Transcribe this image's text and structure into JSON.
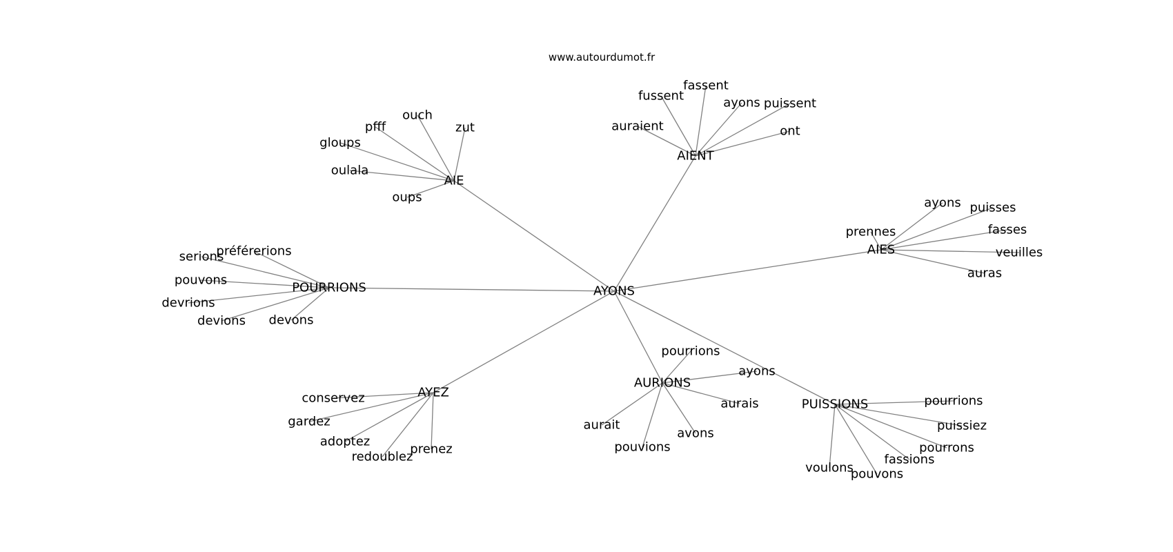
{
  "site": "www.autourdumot.fr",
  "graph": {
    "center": "AYONS",
    "groups": [
      {
        "hub": "AIE",
        "words": [
          "ouch",
          "pfff",
          "zut",
          "gloups",
          "oulala",
          "oups"
        ]
      },
      {
        "hub": "AIENT",
        "words": [
          "fussent",
          "fassent",
          "ayons",
          "puissent",
          "auraient",
          "ont"
        ]
      },
      {
        "hub": "AIES",
        "words": [
          "ayons",
          "puisses",
          "prennes",
          "fasses",
          "veuilles",
          "auras"
        ]
      },
      {
        "hub": "POURRIONS",
        "words": [
          "préférerions",
          "serions",
          "pouvons",
          "devrions",
          "devions",
          "devons"
        ]
      },
      {
        "hub": "AYEZ",
        "words": [
          "conservez",
          "gardez",
          "adoptez",
          "redoublez",
          "prenez"
        ]
      },
      {
        "hub": "AURIONS",
        "words": [
          "pourrions",
          "ayons",
          "aurais",
          "aurait",
          "avons",
          "pouvions"
        ]
      },
      {
        "hub": "PUISSIONS",
        "words": [
          "pourrions",
          "puissiez",
          "pourrons",
          "fassions",
          "pouvons",
          "voulons"
        ]
      }
    ]
  }
}
